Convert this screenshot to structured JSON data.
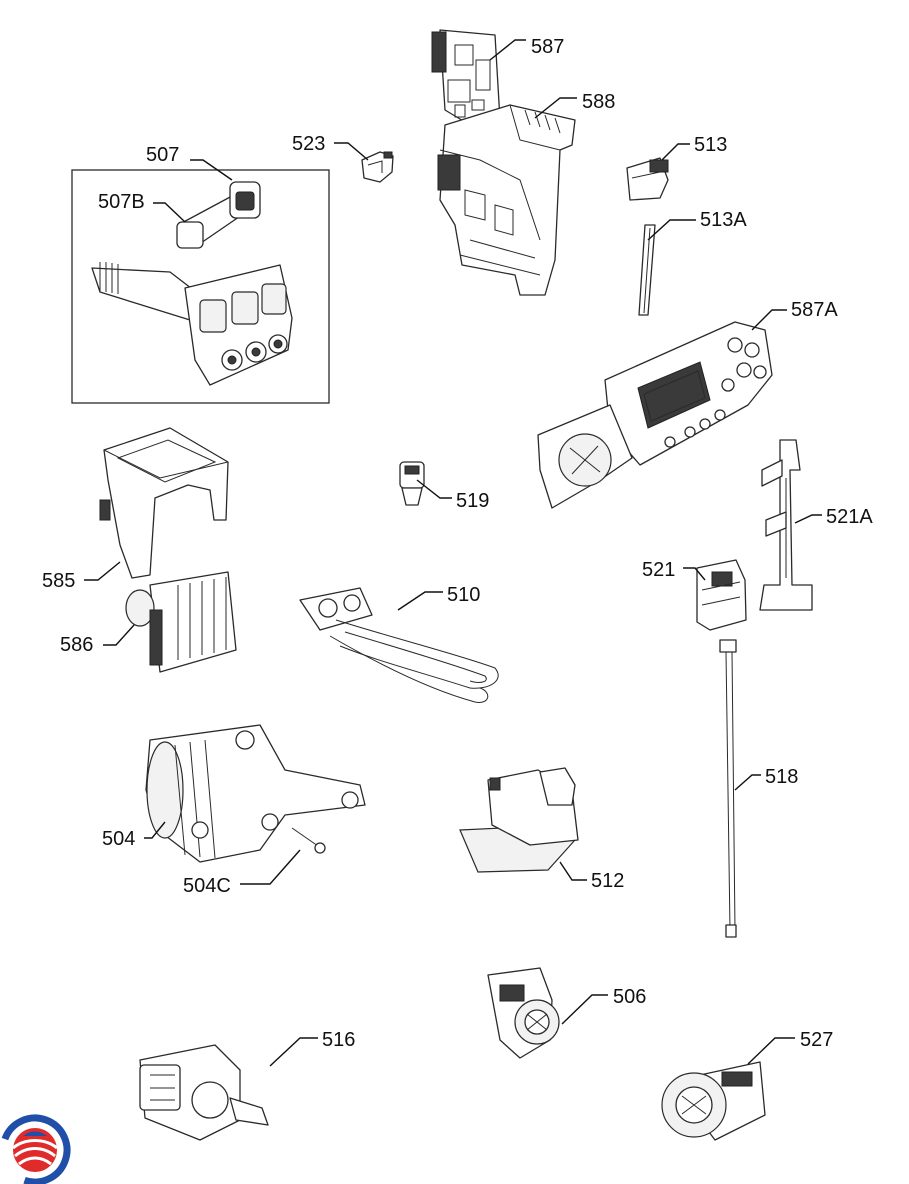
{
  "callouts": {
    "c587": "587",
    "c588": "588",
    "c523": "523",
    "c513": "513",
    "c507": "507",
    "c507b": "507B",
    "c513a": "513A",
    "c587a": "587A",
    "c519": "519",
    "c521a": "521A",
    "c585": "585",
    "c521": "521",
    "c510": "510",
    "c586": "586",
    "c518": "518",
    "c504": "504",
    "c512": "512",
    "c504c": "504C",
    "c506": "506",
    "c516": "516",
    "c527": "527"
  },
  "logo": {
    "colors": {
      "blue": "#1f4fa8",
      "red": "#e02b2b"
    }
  }
}
